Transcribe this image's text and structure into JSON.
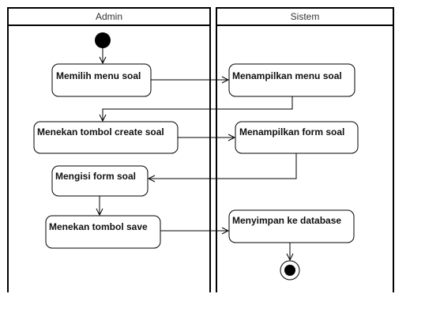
{
  "swimlanes": {
    "admin": {
      "title": "Admin"
    },
    "sistem": {
      "title": "Sistem"
    }
  },
  "actions": {
    "memilih_menu_soal": "Memilih menu soal",
    "menampilkan_menu_soal": "Menampilkan menu soal",
    "menekan_tombol_create_soal": "Menekan tombol create soal",
    "menampilkan_form_soal": "Menampilkan form soal",
    "mengisi_form_soal": "Mengisi form soal",
    "menekan_tombol_save": "Menekan tombol save",
    "menyimpan_ke_database": "Menyimpan ke database"
  },
  "nodes": {
    "initial": "initial-node",
    "final": "final-node"
  },
  "colors": {
    "stroke": "#000000",
    "lane_title_text": "#333333",
    "node_fill": "#ffffff"
  }
}
